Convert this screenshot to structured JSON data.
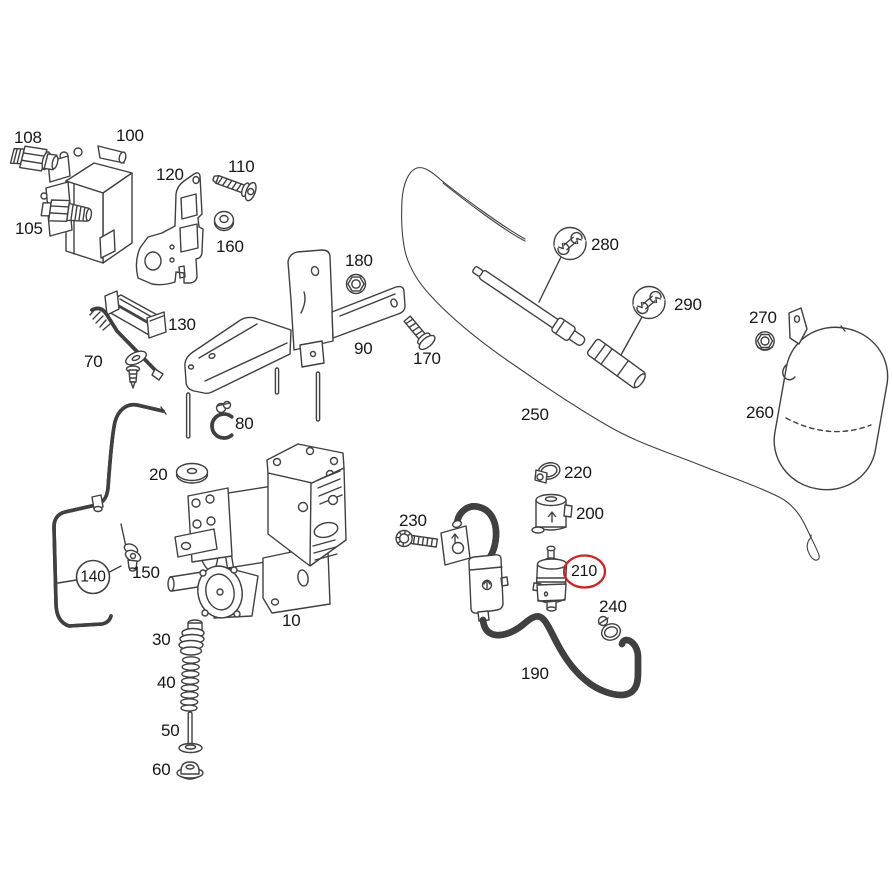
{
  "diagram": {
    "type": "exploded-parts-diagram",
    "background_color": "#ffffff",
    "line_color": "#404040",
    "label_color": "#161616",
    "highlight_color": "#cf2323",
    "part_labels": {
      "p10": "10",
      "p20": "20",
      "p30": "30",
      "p40": "40",
      "p50": "50",
      "p60": "60",
      "p70": "70",
      "p80": "80",
      "p90": "90",
      "p100": "100",
      "p105": "105",
      "p108": "108",
      "p110": "110",
      "p120": "120",
      "p130": "130",
      "p140": "140",
      "p150": "150",
      "p160": "160",
      "p170": "170",
      "p180": "180",
      "p190": "190",
      "p200": "200",
      "p210": "210",
      "p220": "220",
      "p230": "230",
      "p240": "240",
      "p250": "250",
      "p260": "260",
      "p270": "270",
      "p280": "280",
      "p290": "290"
    },
    "callouts": {
      "black_circled_label": "140",
      "red_circled_label": "210",
      "wrench_marked_labels": [
        "280",
        "290"
      ]
    },
    "icons": {
      "tool_symbol": "wrench-icon",
      "flow_symbol": "up-arrow-icon"
    }
  }
}
